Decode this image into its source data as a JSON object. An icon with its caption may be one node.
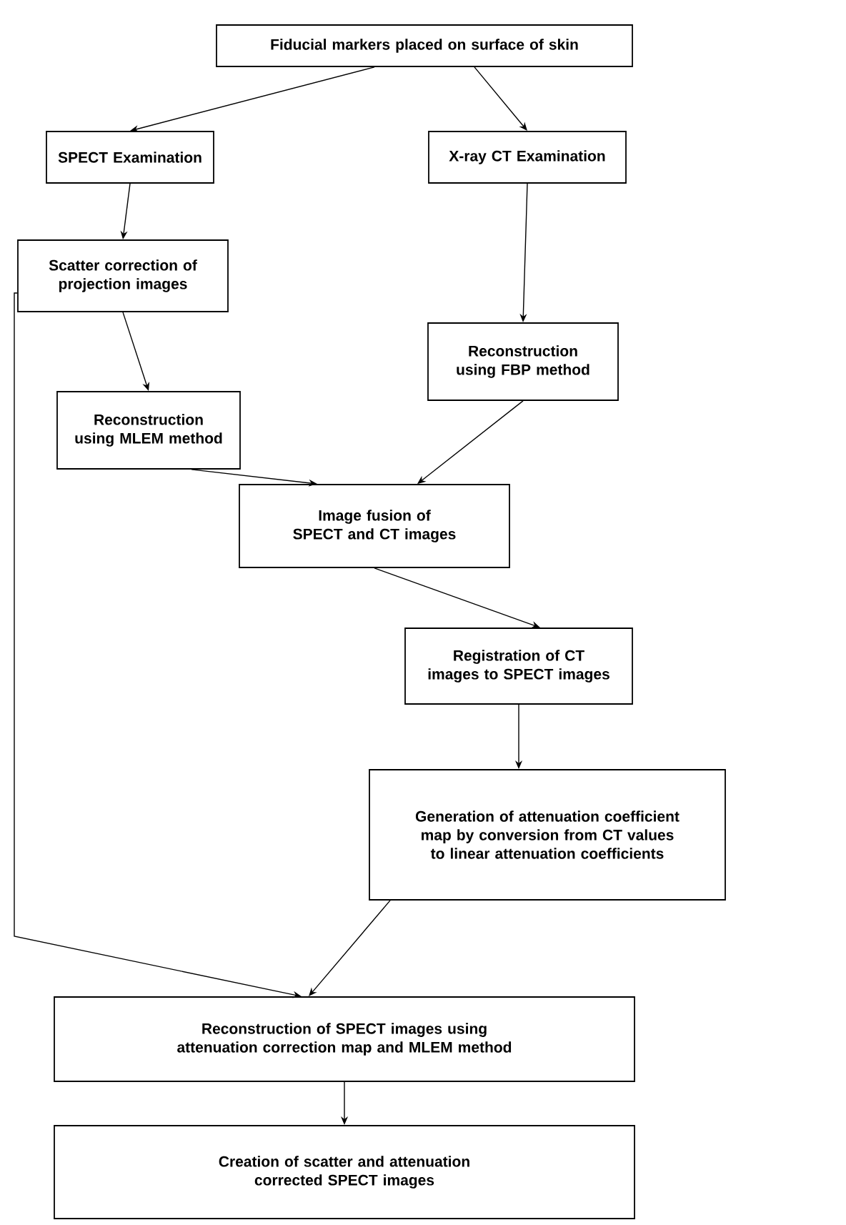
{
  "diagram": {
    "nodes": [
      {
        "text": [
          "Fiducial markers placed on surface of skin"
        ]
      },
      {
        "text": [
          "SPECT Examination"
        ]
      },
      {
        "text": [
          "X-ray CT Examination"
        ]
      },
      {
        "text": [
          "Scatter correction of projection images"
        ]
      },
      {
        "text": [
          "Reconstruction using FBP method"
        ]
      },
      {
        "text": [
          "Reconstruction using MLEM method"
        ]
      },
      {
        "text": [
          "Image fusion of SPECT and CT images"
        ]
      },
      {
        "text": [
          "Registration of CT images to SPECT images"
        ]
      },
      {
        "text": [
          "Generation of attenuation coefficient map by conversion from CT values to linear attenuation coefficients"
        ]
      },
      {
        "text": [
          "Reconstruction of SPECT images using attenuation correction map and MLEM method"
        ]
      },
      {
        "text": [
          "Creation of scatter and attenuation corrected SPECT images"
        ]
      }
    ],
    "edges": [
      {
        "from": 0,
        "to": 1,
        "arrow": "to"
      },
      {
        "from": 0,
        "to": 2,
        "arrow": "to"
      },
      {
        "from": 1,
        "to": 3,
        "arrow": "to"
      },
      {
        "from": 2,
        "to": 4,
        "arrow": "to"
      },
      {
        "from": 3,
        "to": 5,
        "arrow": "to"
      },
      {
        "from": 5,
        "to": 6,
        "arrow": "to"
      },
      {
        "from": 4,
        "to": 6,
        "arrow": "to"
      },
      {
        "from": 6,
        "to": 7,
        "arrow": "to"
      },
      {
        "from": 7,
        "to": 8,
        "arrow": "to"
      },
      {
        "from": 3,
        "to": 9,
        "arrow": "to"
      },
      {
        "from": 8,
        "to": 9,
        "arrow": "to"
      },
      {
        "from": 9,
        "to": 10,
        "arrow": "to"
      }
    ]
  }
}
